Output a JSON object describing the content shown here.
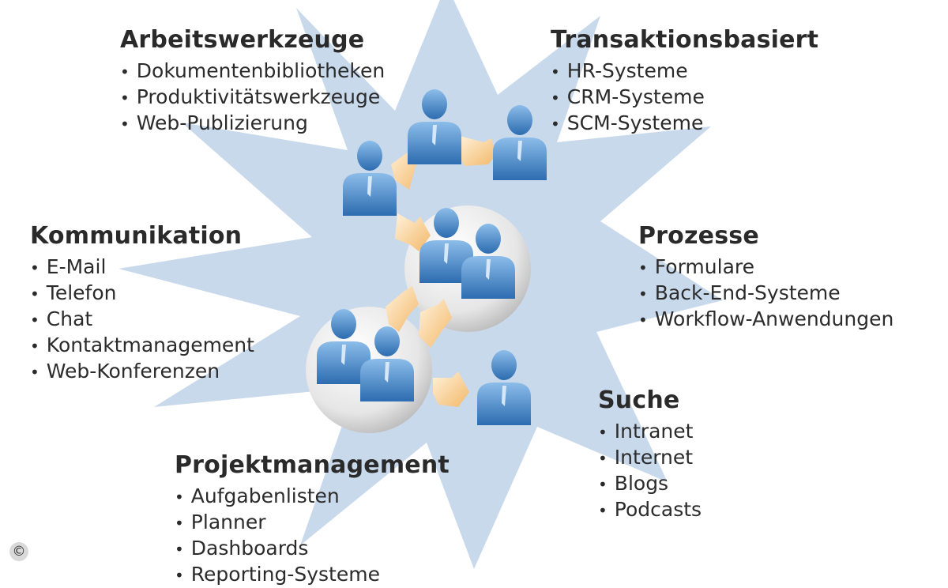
{
  "colors": {
    "star": "#c9d9ec",
    "person_dark": "#2e6fb3",
    "person_light": "#7fb2e3",
    "arrow": "#f6c57f",
    "arrow_light": "#fde8c4",
    "circle": "#d6d6d6"
  },
  "groups": {
    "arbeitswerkzeuge": {
      "title": "Arbeitswerkzeuge",
      "items": [
        "Dokumentenbibliotheken",
        "Produktivitätswerkzeuge",
        "Web-Publizierung"
      ]
    },
    "transaktionsbasiert": {
      "title": "Transaktionsbasiert",
      "items": [
        "HR-Systeme",
        "CRM-Systeme",
        "SCM-Systeme"
      ]
    },
    "kommunikation": {
      "title": "Kommunikation",
      "items": [
        "E-Mail",
        "Telefon",
        "Chat",
        "Kontaktmanagement",
        "Web-Konferenzen"
      ]
    },
    "prozesse": {
      "title": "Prozesse",
      "items": [
        "Formulare",
        "Back-End-Systeme",
        "Workflow-Anwendungen"
      ]
    },
    "suche": {
      "title": "Suche",
      "items": [
        "Intranet",
        "Internet",
        "Blogs",
        "Podcasts"
      ]
    },
    "projektmanagement": {
      "title": "Projektmanagement",
      "items": [
        "Aufgabenlisten",
        "Planner",
        "Dashboards",
        "Reporting-Systeme"
      ]
    }
  },
  "copyright_symbol": "©",
  "icons": [
    "star-burst",
    "person-icon",
    "exchange-arrow-icon",
    "group-circle"
  ]
}
